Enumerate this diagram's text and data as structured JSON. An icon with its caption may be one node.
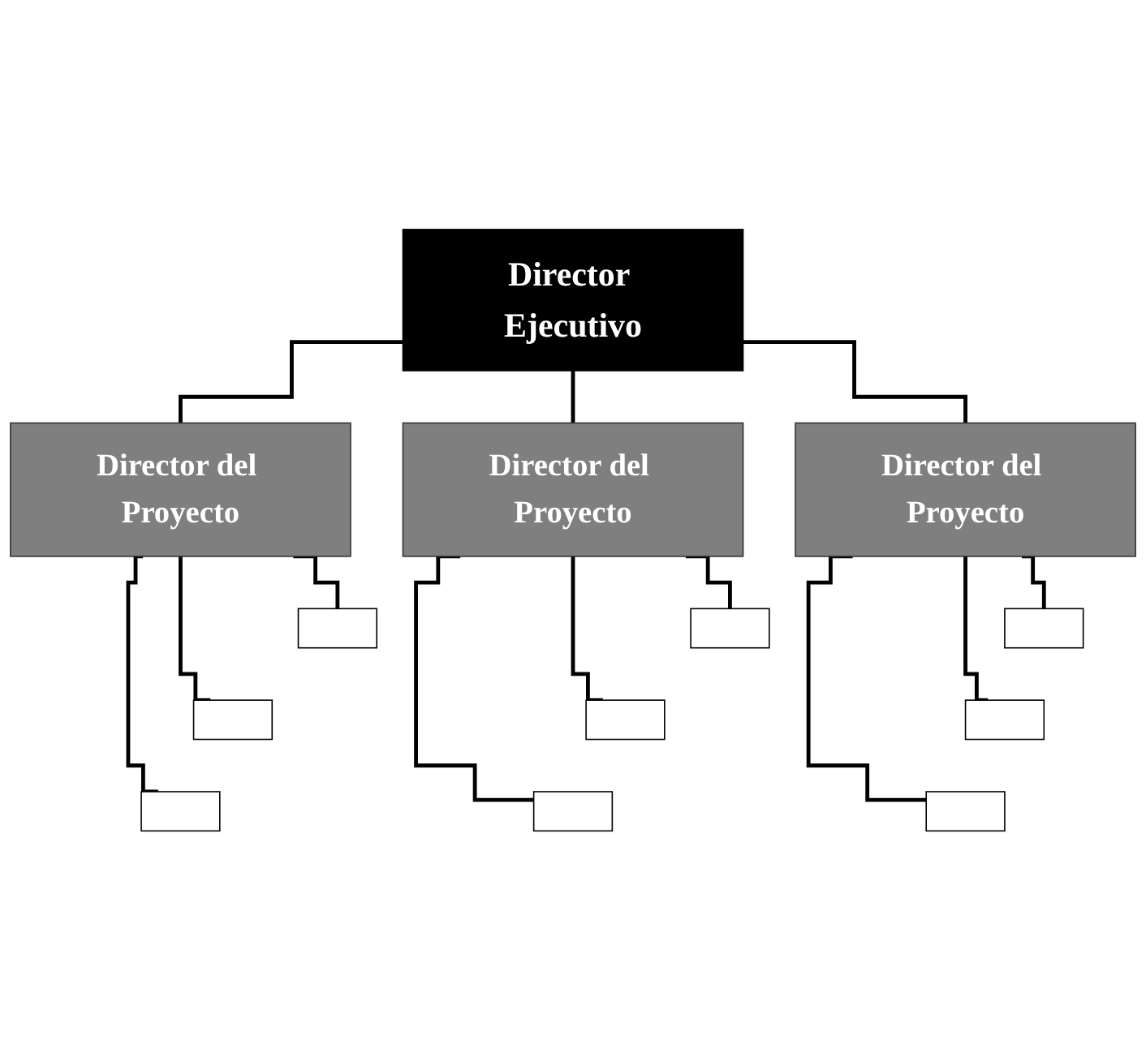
{
  "diagram": {
    "nodes": [
      {
        "text": [
          "Director Ejecutivo"
        ]
      },
      {
        "text": [
          "Director del Proyecto"
        ]
      },
      {
        "text": [
          "Director del Proyecto"
        ]
      },
      {
        "text": [
          "Director del Proyecto"
        ]
      },
      {
        "text": [],
        "shape": "box"
      },
      {
        "text": [],
        "shape": "box"
      },
      {
        "text": [],
        "shape": "box"
      },
      {
        "text": [],
        "shape": "box"
      },
      {
        "text": [],
        "shape": "box"
      },
      {
        "text": [],
        "shape": "box"
      },
      {
        "text": [],
        "shape": "box"
      },
      {
        "text": [],
        "shape": "box"
      },
      {
        "text": [],
        "shape": "box"
      }
    ],
    "edges": [
      {
        "from": 0,
        "to": 1,
        "arrow": "none"
      },
      {
        "from": 0,
        "to": 2,
        "arrow": "none"
      },
      {
        "from": 0,
        "to": 3,
        "arrow": "none"
      },
      {
        "from": 1,
        "to": 4,
        "arrow": "none"
      },
      {
        "from": 1,
        "to": 5,
        "arrow": "none"
      },
      {
        "from": 1,
        "to": 6,
        "arrow": "none"
      },
      {
        "from": 2,
        "to": 7,
        "arrow": "none"
      },
      {
        "from": 2,
        "to": 8,
        "arrow": "none"
      },
      {
        "from": 2,
        "to": 9,
        "arrow": "none"
      },
      {
        "from": 3,
        "to": 10,
        "arrow": "none"
      },
      {
        "from": 3,
        "to": 11,
        "arrow": "none"
      },
      {
        "from": 3,
        "to": 12,
        "arrow": "none"
      }
    ]
  }
}
